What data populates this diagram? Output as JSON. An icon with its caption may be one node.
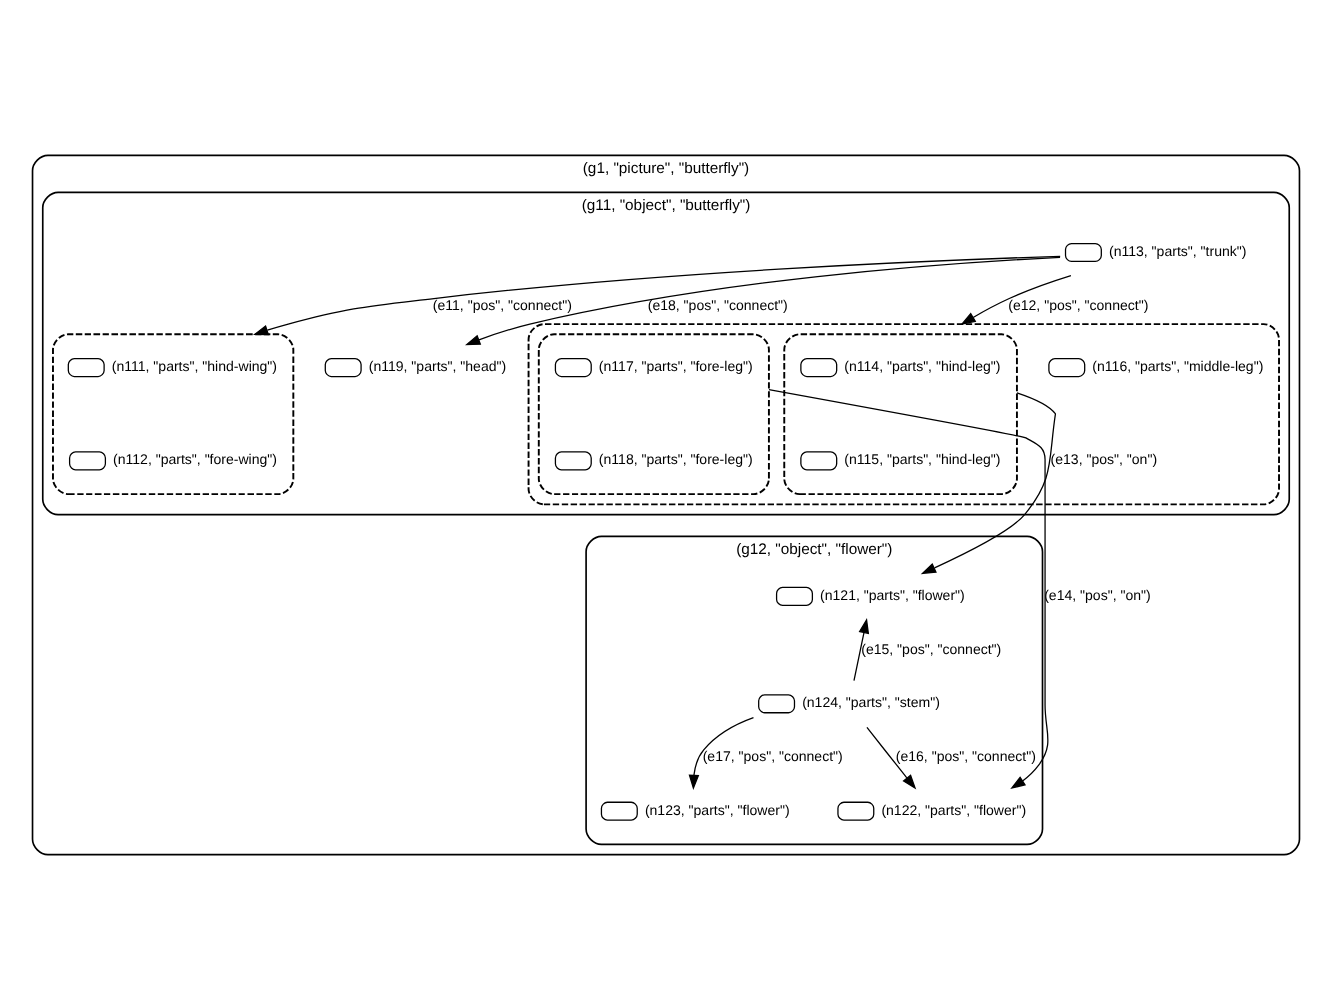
{
  "diagram": {
    "nodes": [
      {
        "text": [
          "(g1, \"picture\", \"butterfly\")"
        ]
      },
      {
        "text": [
          "(g11, \"object\", \"butterfly\")"
        ],
        "in": 0
      },
      {
        "text": [],
        "shape": "box",
        "in": 1
      },
      {
        "text": [
          "(n111, \"parts\", \"hind-wing\")"
        ],
        "in": 2
      },
      {
        "text": [
          "(n112, \"parts\", \"fore-wing\")"
        ],
        "in": 2
      },
      {
        "text": [
          "(n113, \"parts\", \"trunk\")"
        ],
        "in": 1
      },
      {
        "text": [
          "(n119, \"parts\", \"head\")"
        ],
        "in": 1
      },
      {
        "text": [],
        "shape": "box",
        "in": 1
      },
      {
        "text": [],
        "shape": "box",
        "in": 7
      },
      {
        "text": [
          "(n114, \"parts\", \"hind-leg\")"
        ],
        "in": 8
      },
      {
        "text": [
          "(n115, \"parts\", \"hind-leg\")"
        ],
        "in": 8
      },
      {
        "text": [
          "(n116, \"parts\", \"middle-leg\")"
        ],
        "in": 7
      },
      {
        "text": [],
        "shape": "box",
        "in": 7
      },
      {
        "text": [
          "(n117, \"parts\", \"fore-leg\")"
        ],
        "in": 12
      },
      {
        "text": [
          "(n118, \"parts\", \"fore-leg\")"
        ],
        "in": 12
      },
      {
        "text": [
          "(g12, \"object\", \"flower\")"
        ],
        "in": 0
      },
      {
        "text": [
          "(n121, \"parts\", \"flower\")"
        ],
        "in": 15
      },
      {
        "text": [
          "(n122, \"parts\", \"flower\")"
        ],
        "in": 15
      },
      {
        "text": [
          "(n124, \"parts\", \"stem\")"
        ],
        "in": 15
      },
      {
        "text": [
          "(n123, \"parts\", \"flower\")"
        ],
        "in": 15
      }
    ],
    "edges": [
      {
        "from": 5,
        "to": 2,
        "arrow": "to",
        "label": "(e11, \"pos\", \"connect\")"
      },
      {
        "from": 5,
        "to": 6,
        "arrow": "to",
        "label": "(e18, \"pos\", \"connect\")"
      },
      {
        "from": 5,
        "to": 7,
        "arrow": "to",
        "label": "(e12, \"pos\", \"connect\")"
      },
      {
        "from": 8,
        "to": 16,
        "arrow": "to",
        "label": "(e13, \"pos\", \"on\")"
      },
      {
        "from": 12,
        "to": 17,
        "arrow": "to",
        "label": "(e14, \"pos\", \"on\")"
      },
      {
        "from": 18,
        "to": 16,
        "arrow": "to",
        "label": "(e15, \"pos\", \"connect\")"
      },
      {
        "from": 18,
        "to": 17,
        "arrow": "to",
        "label": "(e16, \"pos\", \"connect\")"
      },
      {
        "from": 18,
        "to": 19,
        "arrow": "to",
        "label": "(e17, \"pos\", \"connect\")"
      }
    ]
  }
}
